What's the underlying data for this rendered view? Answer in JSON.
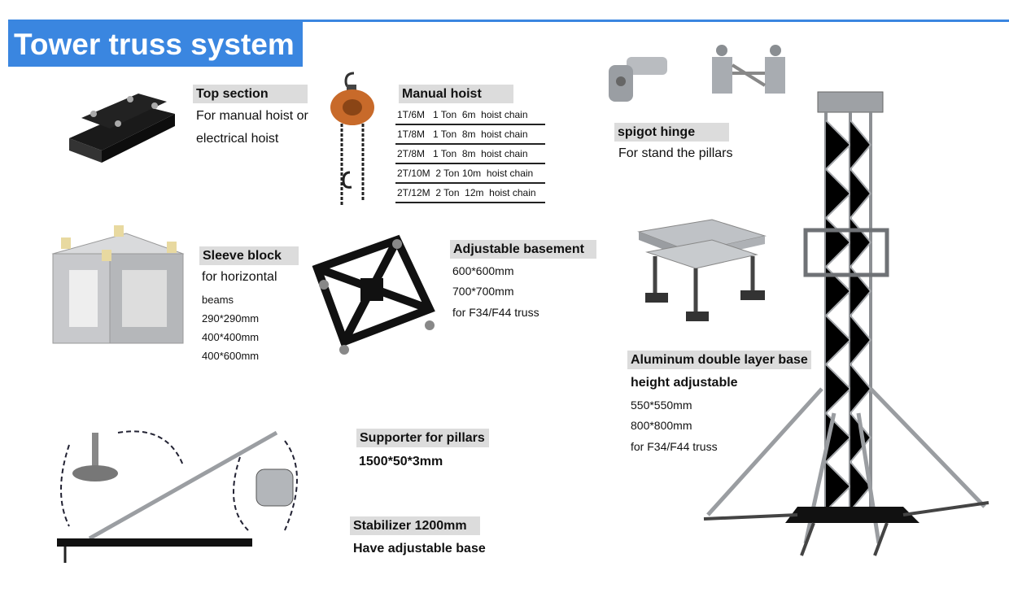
{
  "title": "Tower truss system",
  "top_section": {
    "label": "Top section",
    "lines": [
      "For manual hoist or",
      "electrical hoist"
    ]
  },
  "manual_hoist": {
    "label": "Manual hoist",
    "rows": [
      "1T/6M   1 Ton  6m  hoist chain",
      "1T/8M   1 Ton  8m  hoist chain",
      "2T/8M   1 Ton  8m  hoist chain",
      "2T/10M  2 Ton 10m  hoist chain",
      "2T/12M  2 Ton  12m  hoist chain"
    ]
  },
  "spigot_hinge": {
    "label": "spigot hinge",
    "line": "For stand the pillars"
  },
  "sleeve_block": {
    "label": "Sleeve block",
    "line1": "for horizontal",
    "lines": [
      "beams",
      "290*290mm",
      "400*400mm",
      "400*600mm"
    ]
  },
  "adjustable_basement": {
    "label": "Adjustable basement",
    "lines": [
      "600*600mm",
      "700*700mm",
      "for F34/F44 truss"
    ]
  },
  "aluminum_base": {
    "label": "Aluminum double layer base",
    "sub": "height adjustable",
    "lines": [
      "550*550mm",
      "800*800mm",
      "for F34/F44 truss"
    ]
  },
  "supporter": {
    "label": "Supporter for pillars",
    "sub": "1500*50*3mm"
  },
  "stabilizer": {
    "label": "Stabilizer  1200mm",
    "sub": "Have adjustable base"
  }
}
